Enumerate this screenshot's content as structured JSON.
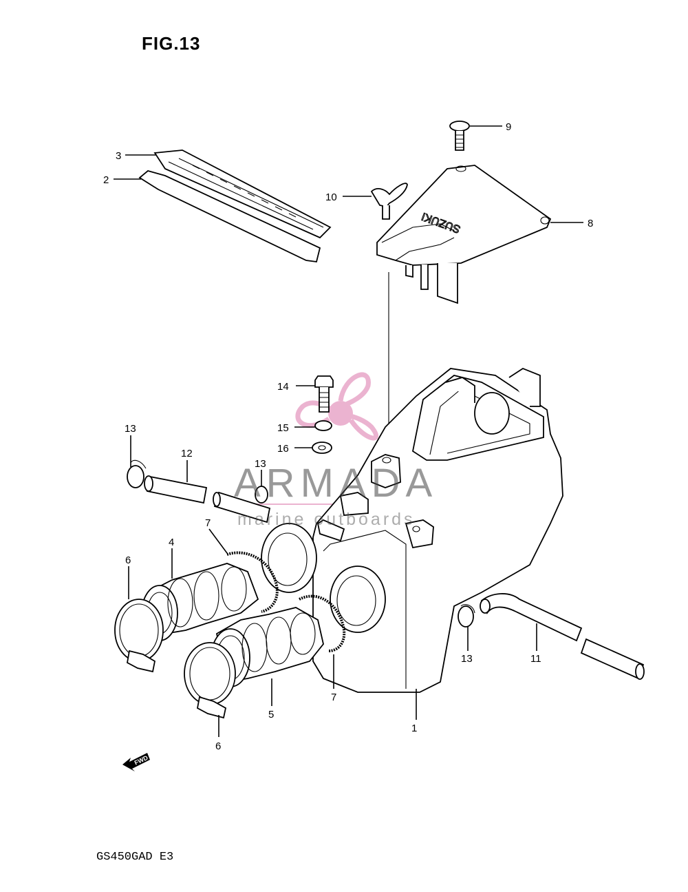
{
  "figure": {
    "title": "FIG.13",
    "model_code": "GS450GAD  E3",
    "fwd_label": "FWD",
    "cover_brand": "SUZUKI"
  },
  "watermark": {
    "brand": "ARMADA",
    "tagline": "marine outboards",
    "logo_color": "#e8a6c8"
  },
  "callouts": [
    "1",
    "2",
    "3",
    "4",
    "5",
    "6",
    "6",
    "7",
    "7",
    "8",
    "9",
    "10",
    "11",
    "12",
    "13",
    "13",
    "13",
    "14",
    "15",
    "16"
  ]
}
